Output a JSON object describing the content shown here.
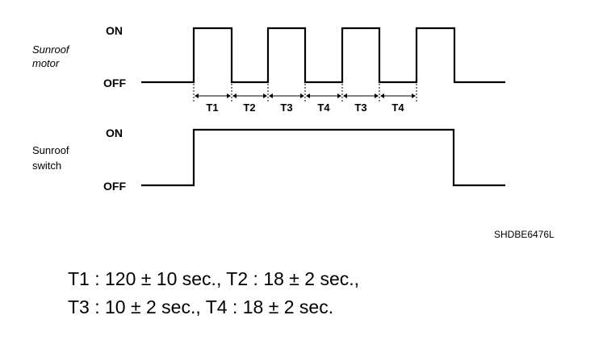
{
  "motor": {
    "label_line1": "Sunroof",
    "label_line2": "motor",
    "on_label": "ON",
    "off_label": "OFF",
    "intervals": [
      "T1",
      "T2",
      "T3",
      "T4",
      "T3",
      "T4"
    ]
  },
  "switch": {
    "label_line1": "Sunroof",
    "label_line2": "switch",
    "on_label": "ON",
    "off_label": "OFF"
  },
  "figure_code": "SHDBE6476L",
  "notes": {
    "line1": "T1 : 120 ± 10 sec., T2 : 18 ± 2 sec.,",
    "line2": "T3 : 10 ± 2 sec., T4 : 18 ± 2 sec."
  }
}
